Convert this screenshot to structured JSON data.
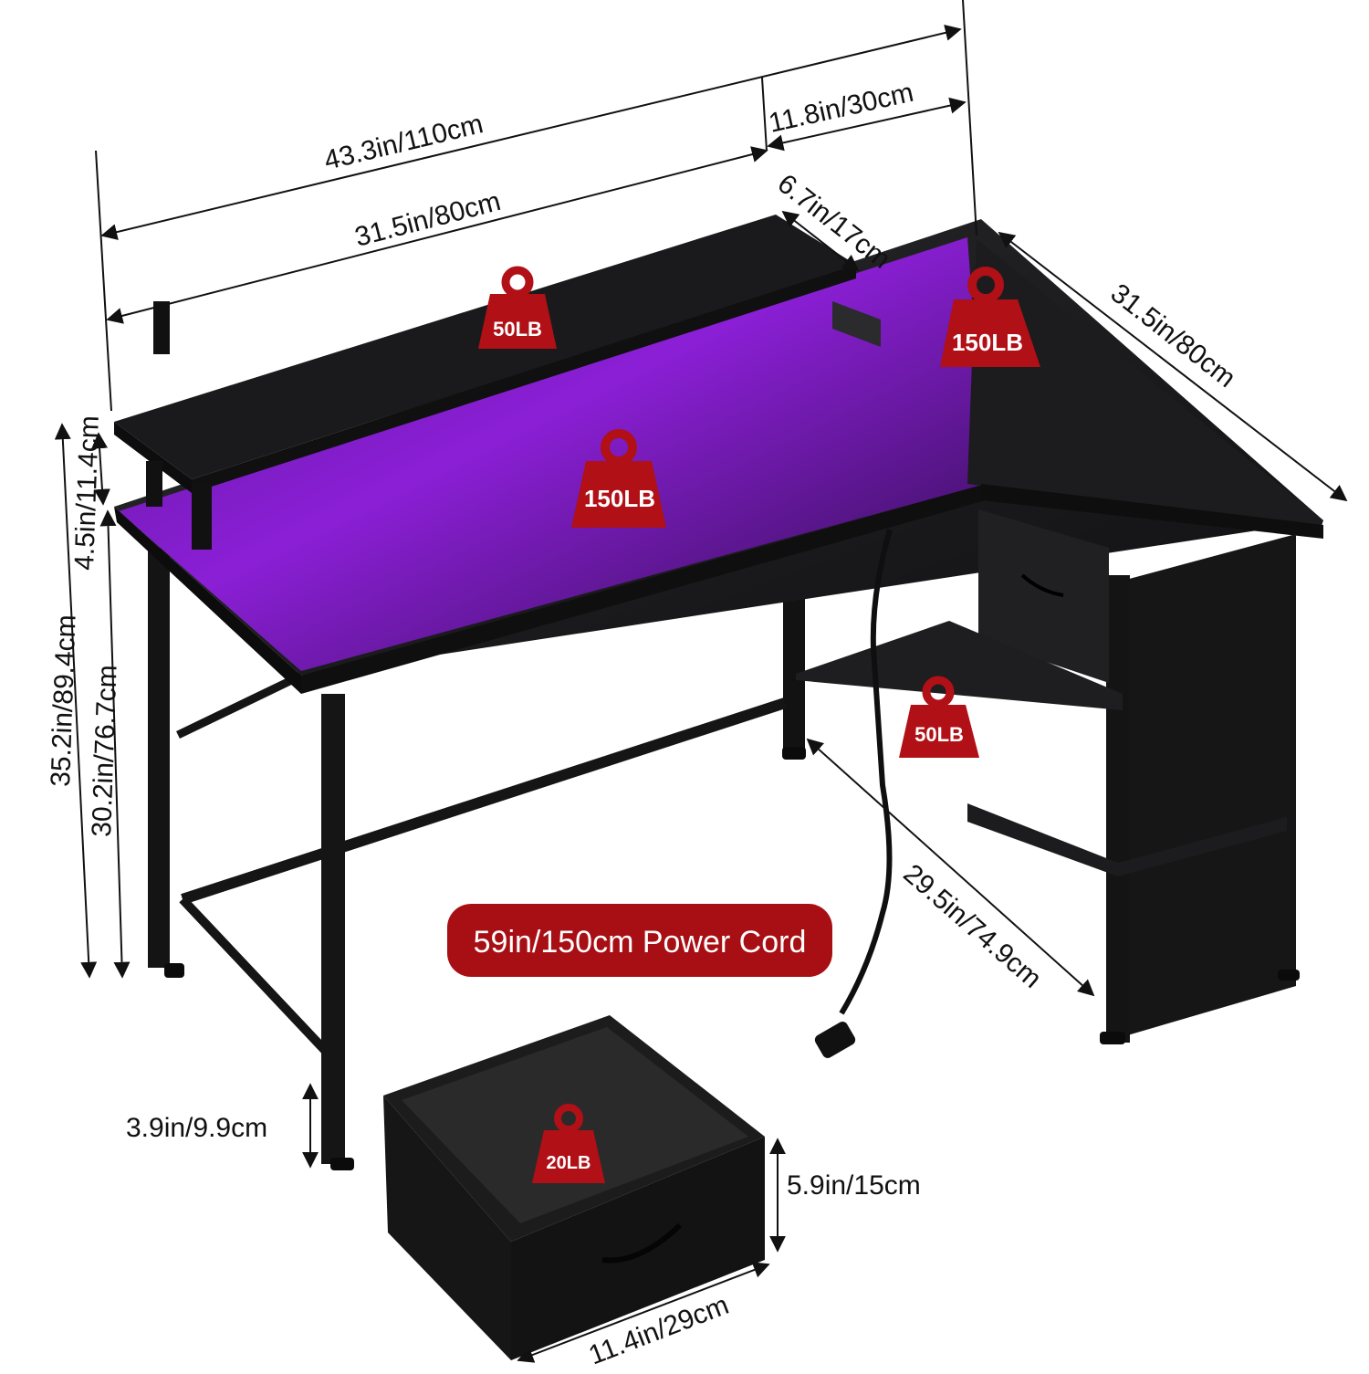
{
  "dimensions": {
    "total_width": "43.3in/110cm",
    "main_desk_width": "31.5in/80cm",
    "return_width": "11.8in/30cm",
    "riser_depth": "6.7in/17cm",
    "return_length": "31.5in/80cm",
    "riser_height": "4.5in/11.4cm",
    "total_height": "35.2in/89.4cm",
    "desk_height": "30.2in/76.7cm",
    "leg_clearance": "29.5in/74.9cm",
    "foot_height": "3.9in/9.9cm",
    "drawer_height": "5.9in/15cm",
    "drawer_width": "11.4in/29cm"
  },
  "weights": {
    "monitor_shelf": "50LB",
    "desktop": "150LB",
    "l_return": "150LB",
    "storage_shelf": "50LB",
    "drawer": "20LB"
  },
  "power_cord_label": "59in/150cm Power Cord",
  "colors": {
    "weight_badge": "#b01016",
    "cord_banner": "#a80f14",
    "desk_surface": "#1a1a1c",
    "led_glow": "#8b1fd6"
  }
}
